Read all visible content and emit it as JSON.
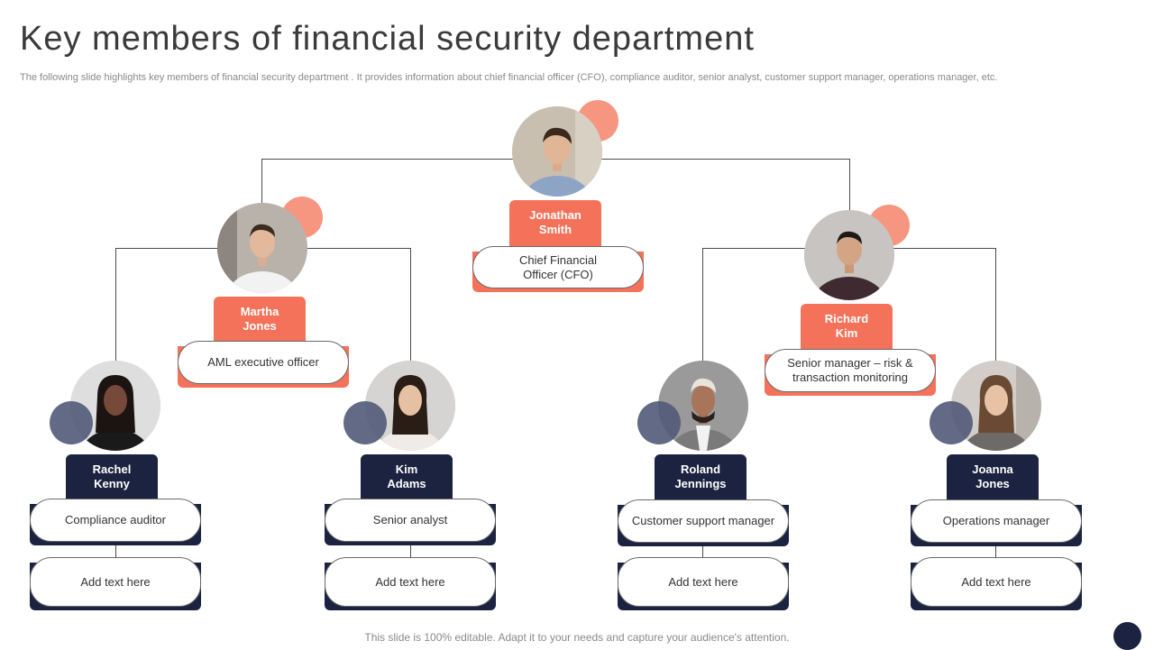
{
  "header": {
    "title": "Key members of financial security department",
    "subtitle": "The following slide highlights key members of financial security department . It provides information about chief financial officer (CFO),  compliance auditor, senior analyst, customer support manager, operations manager, etc."
  },
  "footer": {
    "note": "This slide is 100% editable. Adapt it to your needs and capture your audience's attention."
  },
  "members": {
    "cfo": {
      "name": "Jonathan\nSmith",
      "role": "Chief Financial\nOfficer (CFO)",
      "photo": "person-photo"
    },
    "martha": {
      "name": "Martha\nJones",
      "role": "AML executive  officer",
      "photo": "person-photo"
    },
    "richard": {
      "name": "Richard\nKim",
      "role": "Senior manager – risk &\ntransaction monitoring",
      "photo": "person-photo"
    },
    "rachel": {
      "name": "Rachel\nKenny",
      "role": "Compliance  auditor",
      "extra": "Add text here",
      "photo": "person-photo"
    },
    "kim": {
      "name": "Kim\nAdams",
      "role": "Senior analyst",
      "extra": "Add text here",
      "photo": "person-photo"
    },
    "roland": {
      "name": "Roland\nJennings",
      "role": "Customer support manager",
      "extra": "Add text here",
      "photo": "person-photo"
    },
    "joanna": {
      "name": "Joanna\nJones",
      "role": "Operations manager",
      "extra": "Add text here",
      "photo": "person-photo"
    }
  },
  "colors": {
    "coral": "#f4725a",
    "navy": "#1c2340",
    "accent_light": "#f4826a",
    "accent_dark": "#525a78"
  }
}
